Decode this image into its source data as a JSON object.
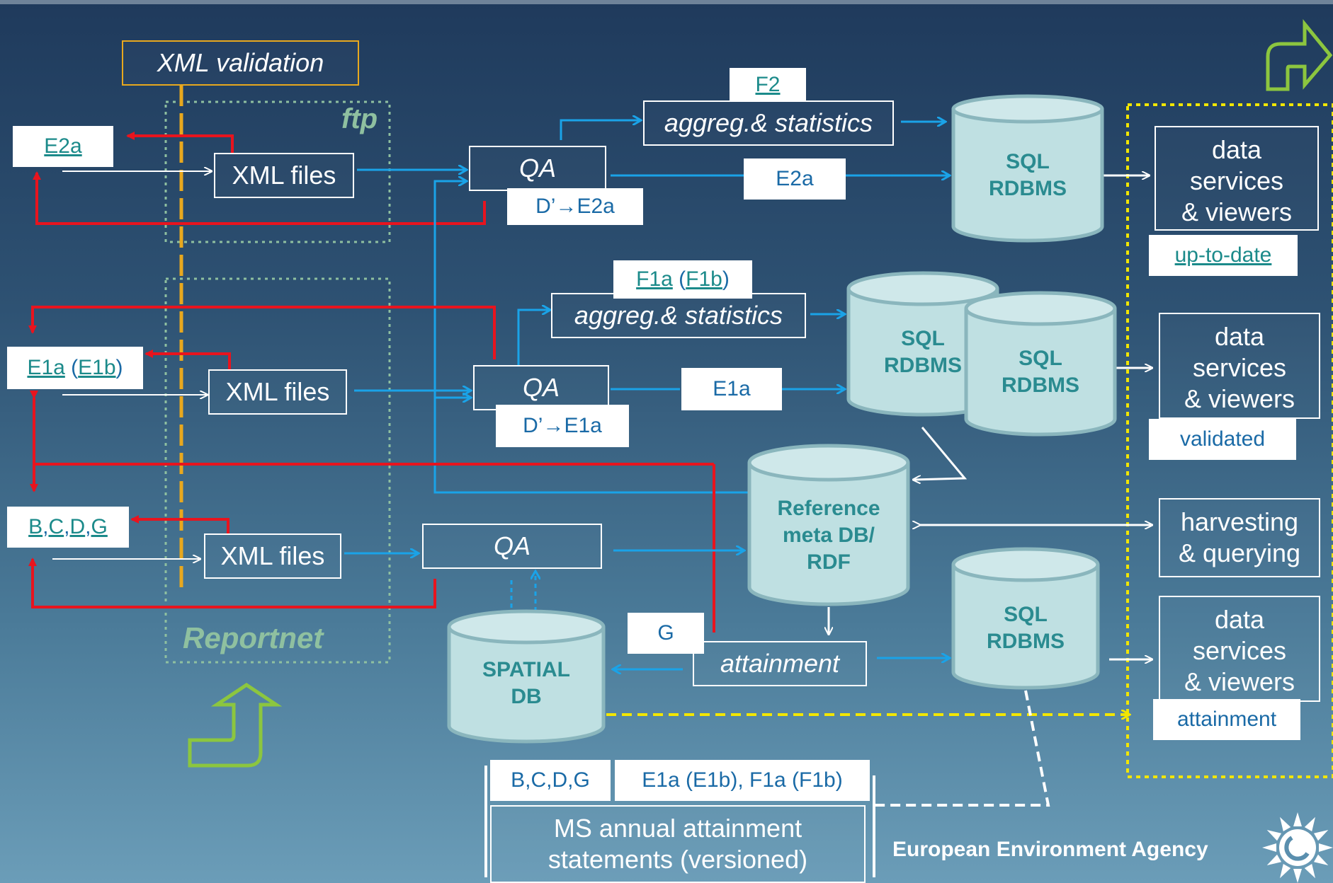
{
  "labels": {
    "xml_validation": "XML validation",
    "ftp": "ftp",
    "reportnet": "Reportnet",
    "xml_files": "XML files",
    "qa": "QA",
    "aggreg": "aggreg.& statistics",
    "f2": "F2",
    "f1a": "F1a",
    "f1b": "F1b",
    "e2a": "E2a",
    "e1a": "E1a",
    "e1b": "E1b",
    "bcdg": "B,C,D,G",
    "b": "B",
    "c": "C",
    "d": "D",
    "g": "G",
    "d_e2a": "D’→E2a",
    "d_e1a": "D’→E1a",
    "sql": "SQL",
    "rdbms": "RDBMS",
    "ref1": "Reference",
    "ref2": "meta DB/",
    "ref3": "RDF",
    "spatial1": "SPATIAL",
    "spatial2": "DB",
    "attainment": "attainment",
    "data": "data",
    "services": "services",
    "viewers": "& viewers",
    "up_to_date": "up-to-date",
    "validated": "validated",
    "harvesting": "harvesting",
    "querying": "& querying",
    "bottom_bcdg": "B,C,D,G",
    "bottom_e1a_f1a": "E1a (E1b), F1a (F1b)",
    "ms_line1": "MS annual attainment",
    "ms_line2": "statements (versioned)",
    "eea": "European Environment Agency"
  },
  "colors": {
    "blue_arrow": "#1aa3e8",
    "red_arrow": "#e8141e",
    "yellow_dashed": "#f2e600",
    "orange_dashed": "#e8a81e",
    "green_dotted": "#8fc0a0",
    "lime_arrow": "#8cc63f",
    "cylinder_fill": "#bfe0e2"
  }
}
